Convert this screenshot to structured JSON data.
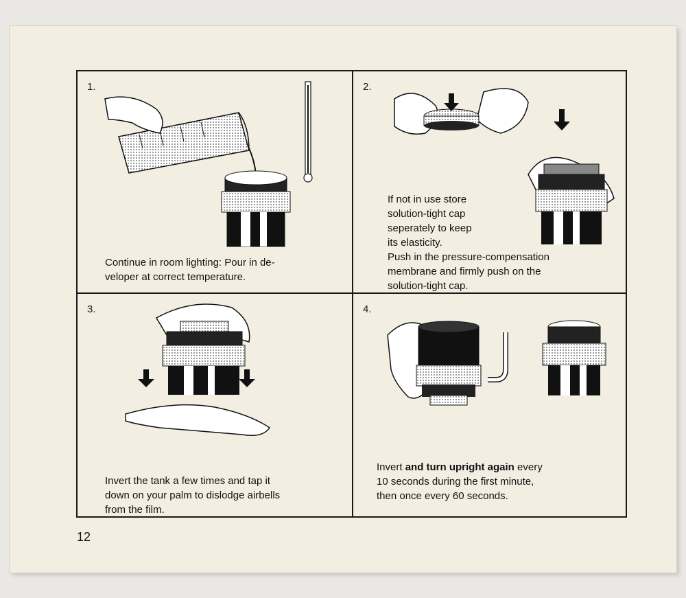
{
  "page_number": "12",
  "steps": [
    {
      "number": "1.",
      "caption_lines": [
        "Continue in room lighting: Pour in de-",
        "veloper at correct temperature."
      ]
    },
    {
      "number": "2.",
      "caption_lines": [
        "If not in use store",
        "solution-tight cap",
        "seperately to keep",
        "its elasticity.",
        "Push in the pressure-compensation",
        "membrane and firmly push on the",
        "solution-tight cap."
      ]
    },
    {
      "number": "3.",
      "caption_lines": [
        "Invert the tank a few times and tap it",
        "down on your palm to dislodge airbells",
        "from the film."
      ]
    },
    {
      "number": "4.",
      "caption_bold_prefix": "and turn upright again",
      "caption_first_word": "Invert",
      "caption_first_suffix": " every",
      "caption_lines": [
        "10 seconds during the first minute,",
        "then once every 60 seconds."
      ]
    }
  ]
}
